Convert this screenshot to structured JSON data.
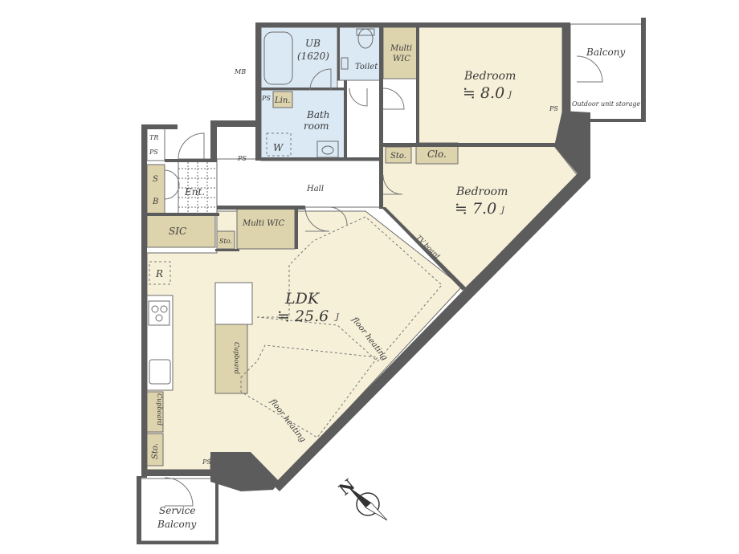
{
  "rooms": {
    "ldk": {
      "name": "LDK",
      "size": "≒ 25.6",
      "unit": "J"
    },
    "bedroom1": {
      "name": "Bedroom",
      "size": "≒ 8.0",
      "unit": "J"
    },
    "bedroom2": {
      "name": "Bedroom",
      "size": "≒ 7.0",
      "unit": "J"
    },
    "ub": {
      "line1": "UB",
      "line2": "(1620)"
    },
    "toilet": "Toilet",
    "multi_wic_top": {
      "line1": "Multi",
      "line2": "WIC"
    },
    "multi_wic_hall": "Multi WIC",
    "bath": {
      "line1": "Bath",
      "line2": "room"
    },
    "lin": "Lin.",
    "w": "W",
    "hall": "Hall",
    "ent": "Ent.",
    "sb": {
      "line1": "S",
      "line2": "B"
    },
    "sic": "SIC",
    "sto_hall": "Sto.",
    "sto_bed": "Sto.",
    "sto_kitchen": "Sto.",
    "clo": "Clo.",
    "tr": "TR",
    "mb": "MB",
    "r": "R",
    "balcony": "Balcony",
    "outdoor_unit": "Outdoor unit storage",
    "service_balcony": {
      "line1": "Service",
      "line2": "Balcony"
    },
    "tv_board": "TV board",
    "floor_heating_1": "floor heating",
    "floor_heating_2": "floor heating",
    "cupboard_island": "Cupboard",
    "cupboard_side": "Cupboard",
    "ps_labels": [
      "PS",
      "PS",
      "PS",
      "PS",
      "PS"
    ]
  },
  "compass": {
    "label": "N"
  }
}
